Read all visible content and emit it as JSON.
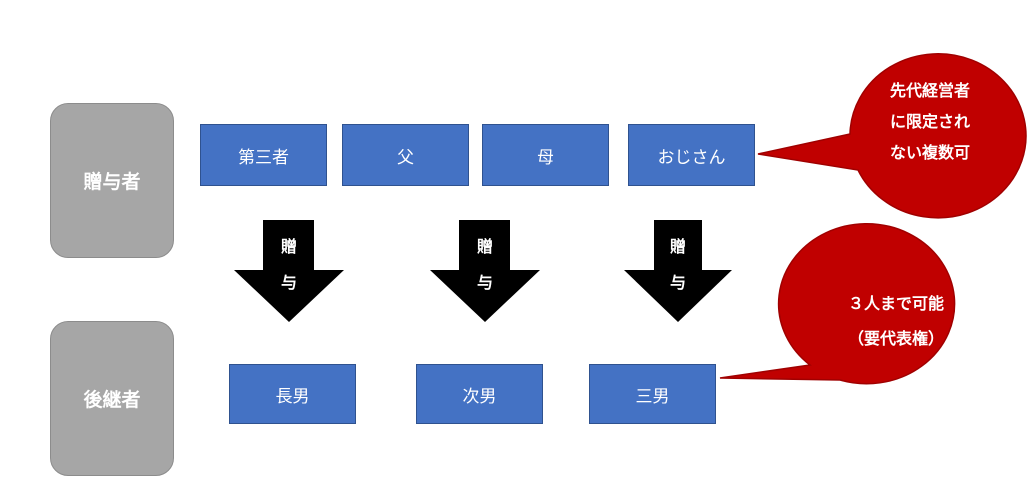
{
  "labels": {
    "donor": "贈与者",
    "successor": "後継者"
  },
  "donors": [
    "第三者",
    "父",
    "母",
    "おじさん"
  ],
  "successors": [
    "長男",
    "次男",
    "三男"
  ],
  "arrows": [
    {
      "line1": "贈",
      "line2": "与"
    },
    {
      "line1": "贈",
      "line2": "与"
    },
    {
      "line1": "贈",
      "line2": "与"
    }
  ],
  "callouts": {
    "top": {
      "line1": "先代経営者",
      "line2": "に限定され",
      "line3": "ない複数可"
    },
    "bottom": {
      "line1": "３人まで可能",
      "line2": "（要代表権）"
    }
  },
  "colors": {
    "box_blue": "#4472c4",
    "label_gray": "#a6a6a6",
    "callout_red": "#c00000",
    "arrow": "#000000"
  }
}
